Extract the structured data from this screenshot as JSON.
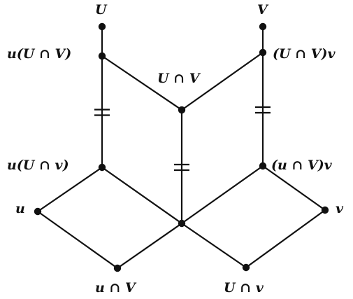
{
  "diagram": {
    "nodes": [
      {
        "id": "U",
        "label": "U"
      },
      {
        "id": "V",
        "label": "V"
      },
      {
        "id": "uUV",
        "label": "u(U ∩ V)"
      },
      {
        "id": "UVv",
        "label": "(U ∩ V)v"
      },
      {
        "id": "UV",
        "label": "U ∩ V"
      },
      {
        "id": "uUv",
        "label": "u(U ∩ v)"
      },
      {
        "id": "uVv",
        "label": "(u ∩ V)v"
      },
      {
        "id": "u",
        "label": "u"
      },
      {
        "id": "v",
        "label": "v"
      },
      {
        "id": "center",
        "label": ""
      },
      {
        "id": "uV",
        "label": "u ∩ V"
      },
      {
        "id": "Uv",
        "label": "U ∩ v"
      }
    ],
    "edges": [
      {
        "from": "U",
        "to": "uUV",
        "equal_mark": false
      },
      {
        "from": "V",
        "to": "UVv",
        "equal_mark": false
      },
      {
        "from": "uUV",
        "to": "UV",
        "equal_mark": false
      },
      {
        "from": "UVv",
        "to": "UV",
        "equal_mark": false
      },
      {
        "from": "uUV",
        "to": "uUv",
        "equal_mark": true
      },
      {
        "from": "UVv",
        "to": "uVv",
        "equal_mark": true
      },
      {
        "from": "UV",
        "to": "center",
        "equal_mark": true
      },
      {
        "from": "uUv",
        "to": "u",
        "equal_mark": false
      },
      {
        "from": "uUv",
        "to": "center",
        "equal_mark": false
      },
      {
        "from": "uVv",
        "to": "center",
        "equal_mark": false
      },
      {
        "from": "uVv",
        "to": "v",
        "equal_mark": false
      },
      {
        "from": "u",
        "to": "uV",
        "equal_mark": false
      },
      {
        "from": "center",
        "to": "uV",
        "equal_mark": false
      },
      {
        "from": "center",
        "to": "Uv",
        "equal_mark": false
      },
      {
        "from": "v",
        "to": "Uv",
        "equal_mark": false
      }
    ],
    "colors": {
      "ink": "#111111",
      "background": "#ffffff"
    }
  }
}
